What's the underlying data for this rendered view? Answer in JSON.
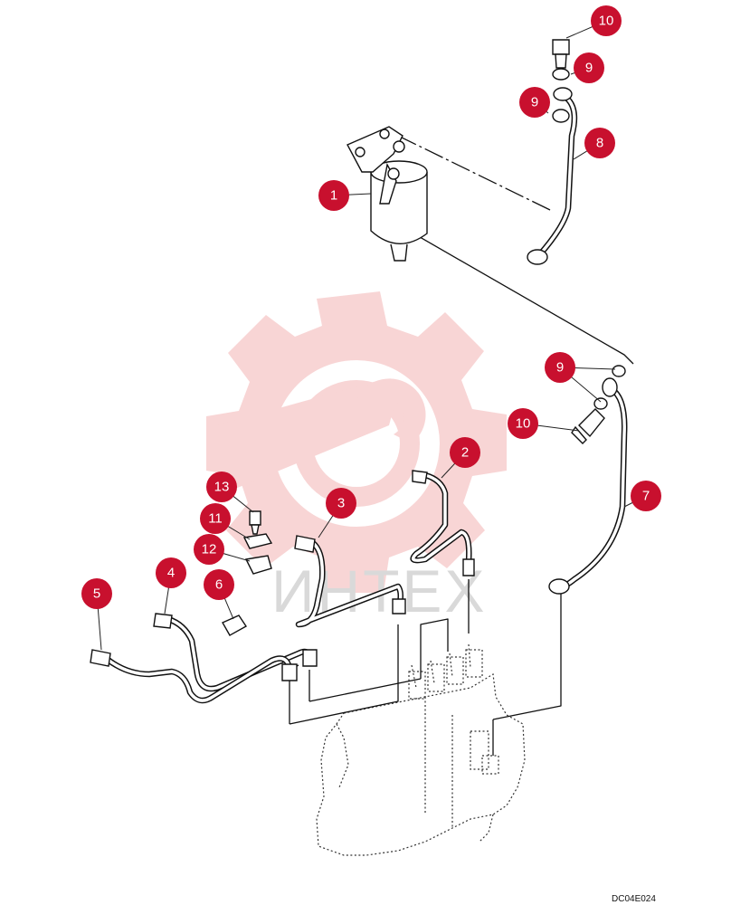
{
  "callouts": [
    {
      "id": "c1",
      "label": "1"
    },
    {
      "id": "c2",
      "label": "2"
    },
    {
      "id": "c3",
      "label": "3"
    },
    {
      "id": "c4",
      "label": "4"
    },
    {
      "id": "c5",
      "label": "5"
    },
    {
      "id": "c6",
      "label": "6"
    },
    {
      "id": "c7",
      "label": "7"
    },
    {
      "id": "c8",
      "label": "8"
    },
    {
      "id": "c9a",
      "label": "9"
    },
    {
      "id": "c9b",
      "label": "9"
    },
    {
      "id": "c9c",
      "label": "9"
    },
    {
      "id": "c10a",
      "label": "10"
    },
    {
      "id": "c10b",
      "label": "10"
    },
    {
      "id": "c11",
      "label": "11"
    },
    {
      "id": "c12",
      "label": "12"
    },
    {
      "id": "c13",
      "label": "13"
    }
  ],
  "watermark": {
    "text": "ИНТЕХ",
    "color": "#f5c9c9"
  },
  "drawing_code": "DC04E024",
  "colors": {
    "callout": "#c8102e",
    "line": "#111111"
  }
}
